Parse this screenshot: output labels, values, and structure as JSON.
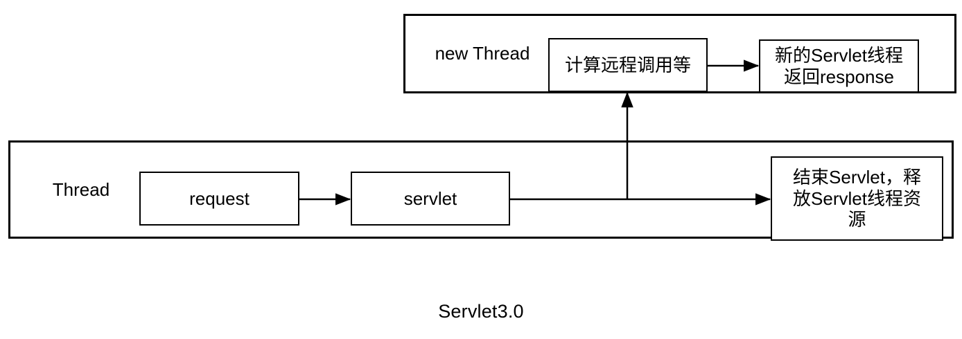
{
  "diagram": {
    "caption": "Servlet3.0",
    "colors": {
      "stroke": "#000000",
      "fill": "#ffffff",
      "text": "#000000"
    },
    "lanes": [
      {
        "id": "new-thread-lane",
        "label": "new Thread",
        "boxes": [
          {
            "id": "compute-remote-call",
            "text": "计算远程调用等"
          },
          {
            "id": "new-servlet-thread-response",
            "line1": "新的Servlet线程",
            "line2": "返回response"
          }
        ]
      },
      {
        "id": "thread-lane",
        "label": "Thread",
        "boxes": [
          {
            "id": "request",
            "text": "request"
          },
          {
            "id": "servlet",
            "text": "servlet"
          },
          {
            "id": "release-servlet-resources",
            "line1": "结束Servlet，释",
            "line2": "放Servlet线程资",
            "line3": "源"
          }
        ]
      }
    ],
    "arrows": [
      {
        "id": "request-to-servlet",
        "from": "request",
        "to": "servlet",
        "direction": "right"
      },
      {
        "id": "servlet-to-release",
        "from": "servlet",
        "to": "release-servlet-resources",
        "direction": "right"
      },
      {
        "id": "servlet-to-compute",
        "from": "thread-lane",
        "to": "compute-remote-call",
        "direction": "up"
      },
      {
        "id": "compute-to-new-servlet-thread",
        "from": "compute-remote-call",
        "to": "new-servlet-thread-response",
        "direction": "right"
      }
    ]
  }
}
